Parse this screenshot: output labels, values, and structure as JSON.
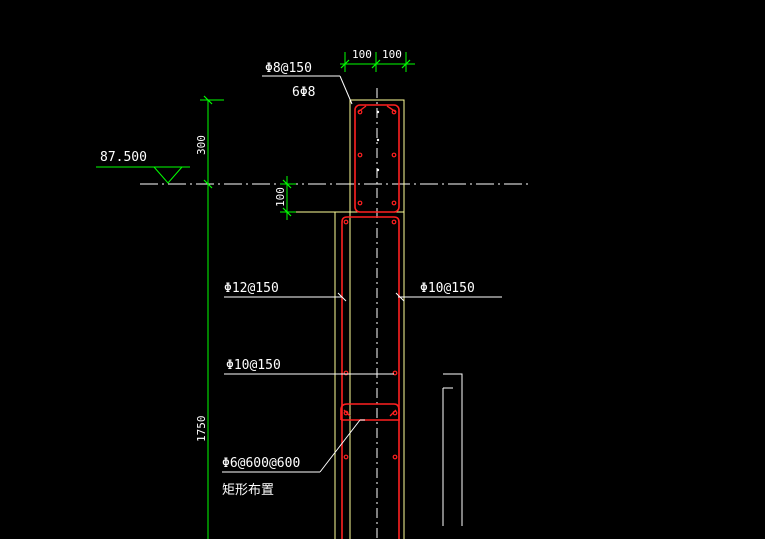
{
  "drawing": {
    "elevation_label": "87.500",
    "dimensions": {
      "top_left": "100",
      "top_right": "100",
      "vertical_top": "300",
      "vertical_small": "100",
      "vertical_long": "1750"
    },
    "annotations": {
      "top_stirrup": "Φ8@150",
      "top_long_bars": "6Φ8",
      "left_bars": "Φ12@150",
      "right_bars": "Φ10@150",
      "horizontal_bars": "Φ10@150",
      "tie_bars": "Φ6@600@600",
      "tie_note": "矩形布置"
    },
    "colors": {
      "background": "#000000",
      "outline": "#ffff99",
      "rebar": "#ff2020",
      "dimension": "#00ff00",
      "text": "#ffffff",
      "centerline": "#ffffff"
    }
  }
}
